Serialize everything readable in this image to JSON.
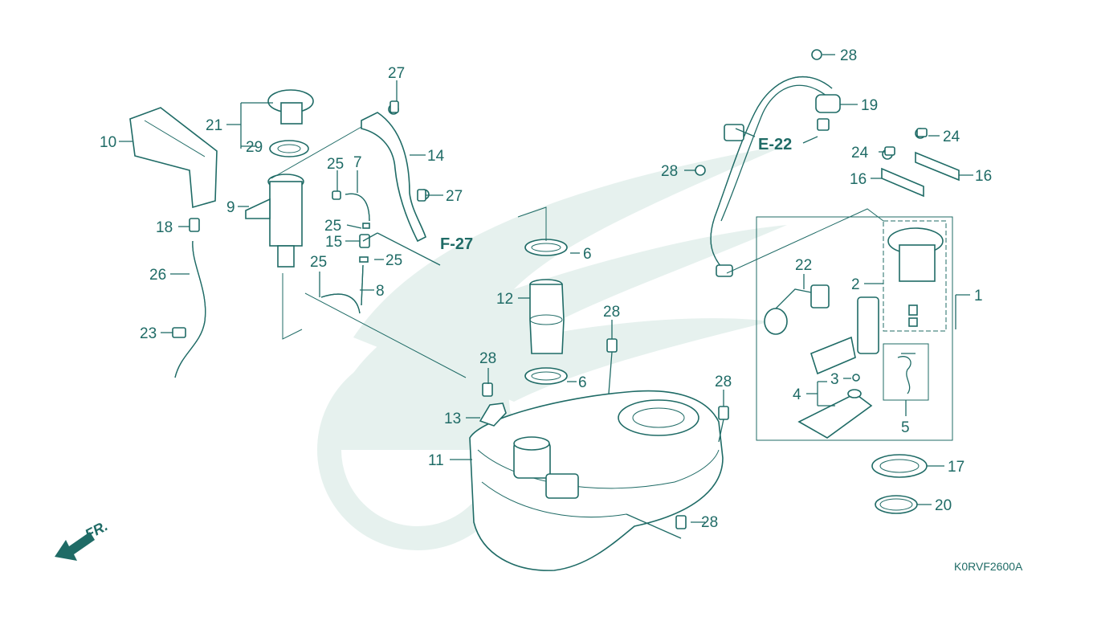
{
  "diagram": {
    "code": "K0RVF2600A",
    "direction": "FR.",
    "refs": {
      "e22": "E-22",
      "f27": "F-27"
    },
    "parts": {
      "p1": "1",
      "p2": "2",
      "p3": "3",
      "p4": "4",
      "p5": "5",
      "p6a": "6",
      "p6b": "6",
      "p7": "7",
      "p8": "8",
      "p9": "9",
      "p10": "10",
      "p11": "11",
      "p12": "12",
      "p13": "13",
      "p14": "14",
      "p15": "15",
      "p16a": "16",
      "p16b": "16",
      "p17": "17",
      "p18": "18",
      "p19": "19",
      "p20": "20",
      "p21": "21",
      "p22": "22",
      "p23": "23",
      "p24a": "24",
      "p24b": "24",
      "p25a": "25",
      "p25b": "25",
      "p25c": "25",
      "p25d": "25",
      "p26": "26",
      "p27a": "27",
      "p27b": "27",
      "p28a": "28",
      "p28b": "28",
      "p28c": "28",
      "p28d": "28",
      "p28e": "28",
      "p28f": "28",
      "p29": "29"
    },
    "colors": {
      "ink": "#1f6b66",
      "watermark": "#e6f1ee"
    }
  }
}
